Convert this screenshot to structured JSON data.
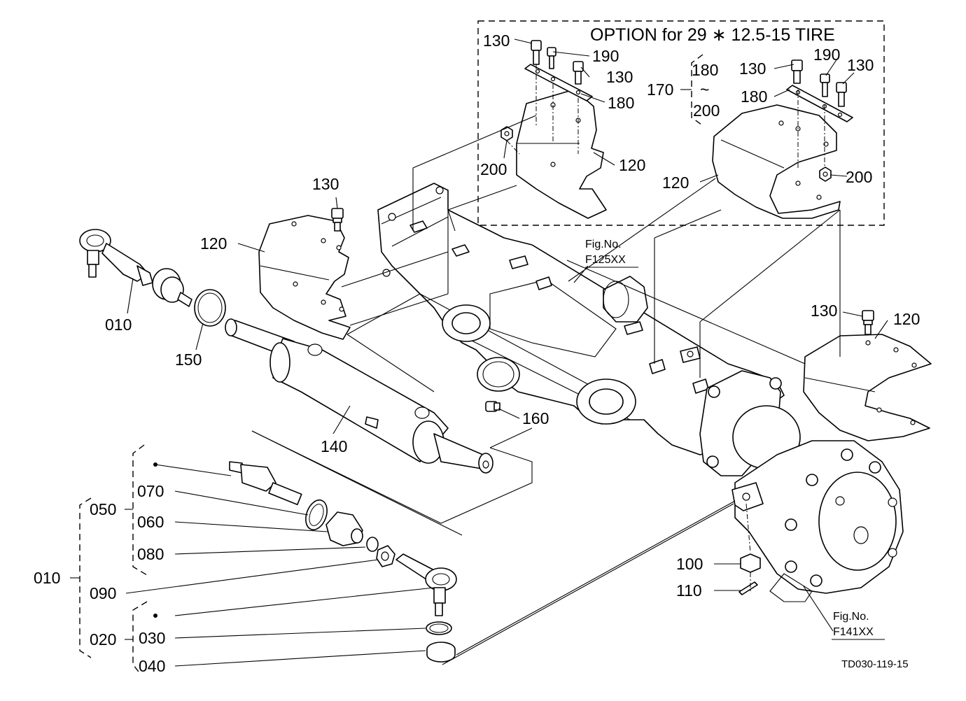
{
  "option_box": {
    "title": "OPTION for 29 ∗ 12.5-15 TIRE"
  },
  "fig_refs": [
    {
      "line1": "Fig.No.",
      "line2": "F125XX"
    },
    {
      "line1": "Fig.No.",
      "line2": "F141XX"
    }
  ],
  "drawing_code": "TD030-119-15",
  "range_label": {
    "from": "180",
    "tilde": "~",
    "to": "200"
  },
  "callouts": {
    "c010_a": "010",
    "c010_b": "010",
    "c020": "020",
    "c030": "030",
    "c040": "040",
    "c050": "050",
    "c060": "060",
    "c070": "070",
    "c080": "080",
    "c090": "090",
    "c100": "100",
    "c110": "110",
    "c120_left": "120",
    "c120_opt_left": "120",
    "c120_opt_right": "120",
    "c120_right": "120",
    "c130_left": "130",
    "c130_opt_a": "130",
    "c130_opt_b": "130",
    "c130_opt_c": "130",
    "c130_opt_d": "130",
    "c130_right": "130",
    "c140": "140",
    "c150": "150",
    "c160": "160",
    "c170": "170",
    "c180_opt_left": "180",
    "c180_opt_right": "180",
    "c190_opt_left": "190",
    "c190_opt_right": "190",
    "c200_opt_left": "200",
    "c200_opt_right": "200"
  }
}
